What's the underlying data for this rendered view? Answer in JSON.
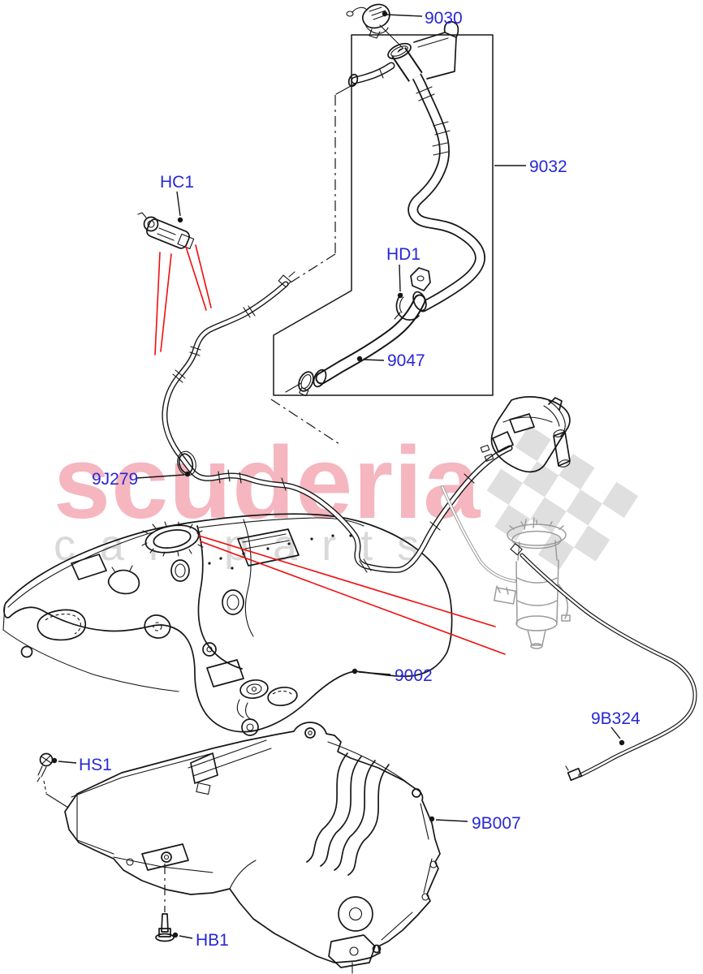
{
  "watermark": {
    "brand": "scuderia",
    "subtitle": "car parts",
    "brand_color": "#f5b6c0",
    "subtitle_color": "#d9d9d9",
    "flag_color": "#cacaca"
  },
  "colors": {
    "label": "#2727d6",
    "line_art": "#161616",
    "highlight_red": "#f20d0d",
    "reference_gray": "#9b9b9b",
    "background": "#ffffff"
  },
  "callouts": [
    {
      "code": "9030"
    },
    {
      "code": "9032"
    },
    {
      "code": "HC1"
    },
    {
      "code": "HD1"
    },
    {
      "code": "9047"
    },
    {
      "code": "9J279"
    },
    {
      "code": "9002"
    },
    {
      "code": "9B324"
    },
    {
      "code": "9B007"
    },
    {
      "code": "HS1"
    },
    {
      "code": "HB1"
    }
  ]
}
